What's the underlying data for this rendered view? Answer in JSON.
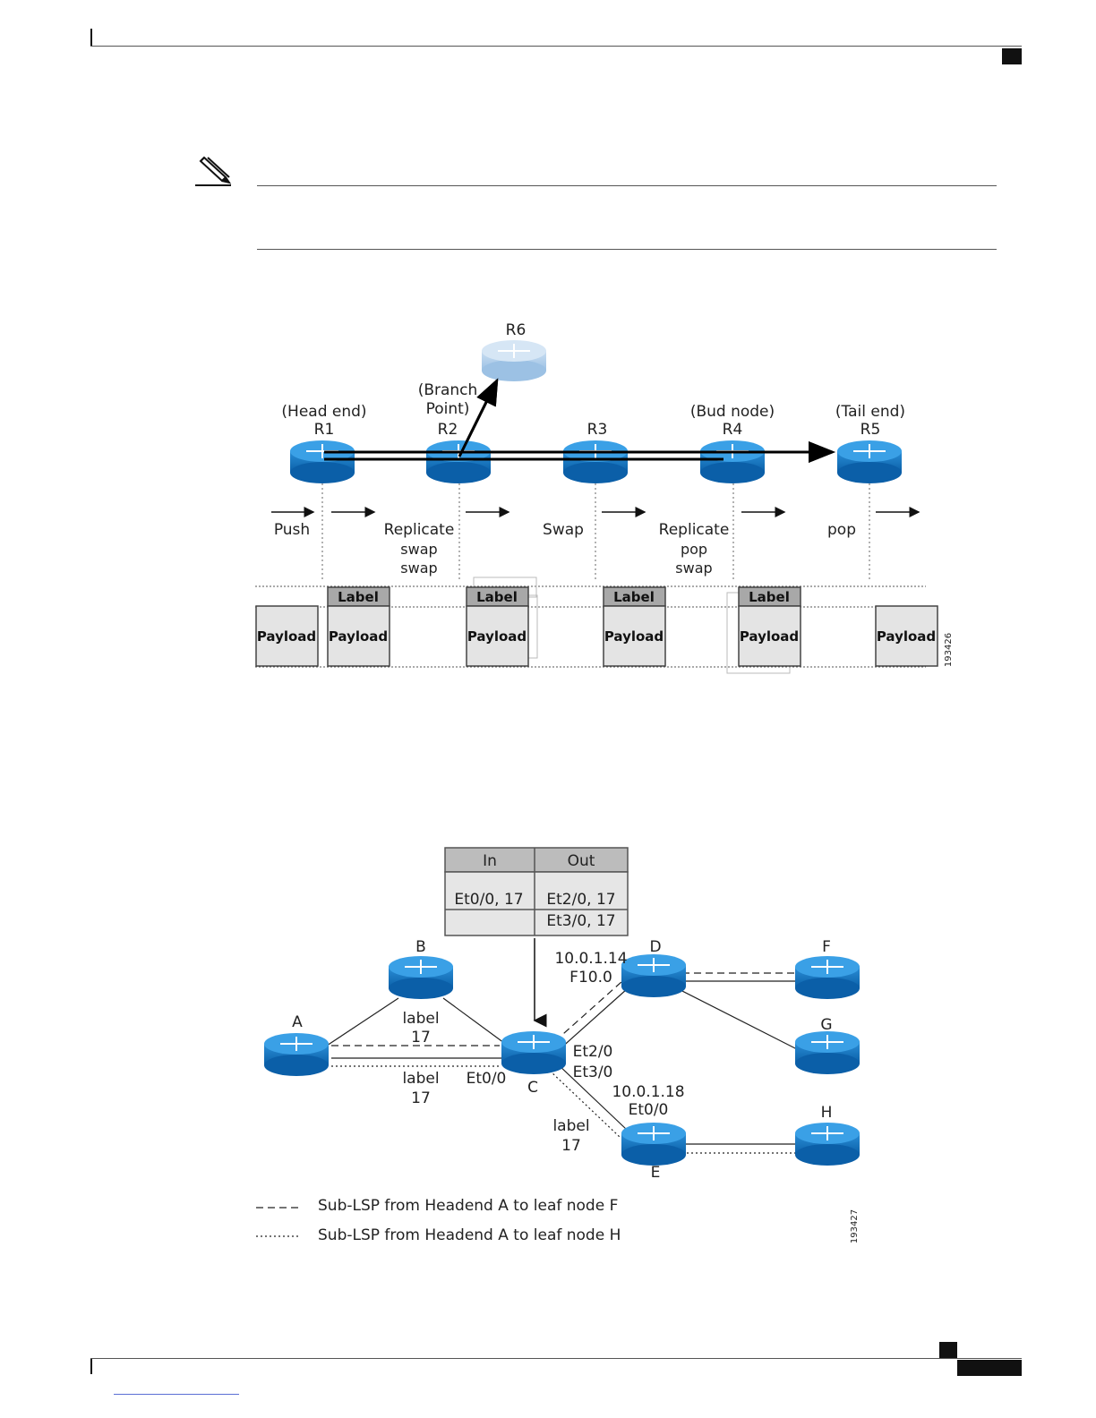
{
  "figure1": {
    "head_end": "(Head end)",
    "branch_point_1": "(Branch",
    "branch_point_2": "Point)",
    "bud_node": "(Bud  node)",
    "tail_end": "(Tail end)",
    "routers": [
      "R1",
      "R2",
      "R3",
      "R4",
      "R5",
      "R6"
    ],
    "op_push": "Push",
    "op_replicate_1": "Replicate",
    "op_swap_a": "swap",
    "op_swap_b": "swap",
    "op_swap": "Swap",
    "op_replicate_2": "Replicate",
    "op_pop_a": "pop",
    "op_swap_c": "swap",
    "op_pop": "pop",
    "label_text": "Label",
    "payload_text": "Payload",
    "figure_id": "193426"
  },
  "figure2": {
    "table": {
      "headers": [
        "In",
        "Out"
      ],
      "rows": [
        [
          "Et0/0, 17",
          "Et2/0, 17"
        ],
        [
          "",
          "Et3/0, 17"
        ]
      ]
    },
    "nodes": [
      "A",
      "B",
      "C",
      "D",
      "E",
      "F",
      "G",
      "H"
    ],
    "label_word": "label",
    "label_value": "17",
    "d_ip": "10.0.1.14",
    "d_if": "F10.0",
    "c_if_et0": "Et0/0",
    "c_if_et2": "Et2/0",
    "c_if_et3": "Et3/0",
    "e_ip": "10.0.1.18",
    "e_if": "Et0/0",
    "legend": [
      {
        "style": "dashed",
        "text": "Sub-LSP from Headend A to leaf node F"
      },
      {
        "style": "dotted",
        "text": "Sub-LSP from Headend A to leaf node H"
      }
    ],
    "figure_id": "193427"
  }
}
